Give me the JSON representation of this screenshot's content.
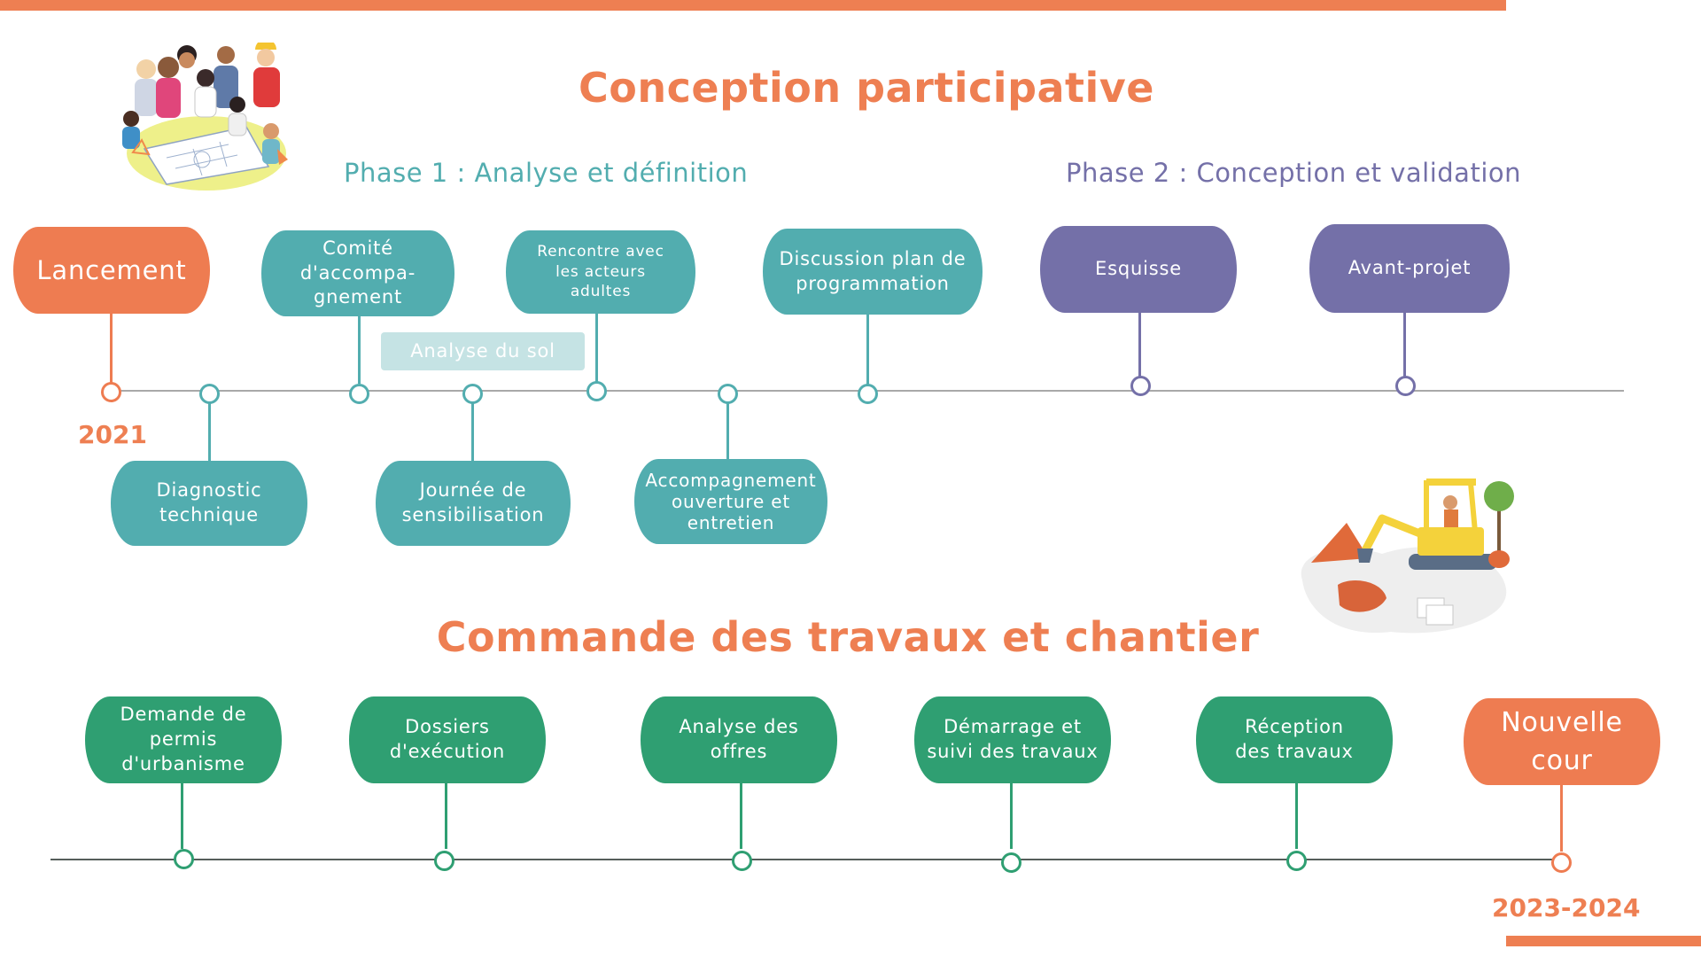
{
  "titles": {
    "top": "Conception participative",
    "bottom": "Commande des travaux et chantier"
  },
  "phases": {
    "phase1": "Phase 1 : Analyse et définition",
    "phase2": "Phase 2 : Conception et validation"
  },
  "years": {
    "start": "2021",
    "end": "2023-2024"
  },
  "timeline1": {
    "lancement": "Lancement",
    "comite": "Comité d'accompa-gnement",
    "rencontre": "Rencontre avec les acteurs adultes",
    "discussion": "Discussion plan de programmation",
    "esquisse": "Esquisse",
    "avant_projet": "Avant-projet",
    "analyse_sol": "Analyse du sol",
    "diagnostic": "Diagnostic technique",
    "journee": "Journée de sensibilisation",
    "accompagnement": "Accompagnement ouverture et entretien"
  },
  "timeline2": {
    "permis": "Demande de permis d'urbanisme",
    "dossiers": "Dossiers d'exécution",
    "offres": "Analyse des offres",
    "demarrage": "Démarrage et suivi des travaux",
    "reception": "Réception des travaux",
    "nouvelle_cour": "Nouvelle cour"
  },
  "colors": {
    "accent": "#ee7f52",
    "phase1": "#52adaf",
    "phase2": "#7470a8",
    "chantier": "#2f9f72"
  },
  "illustrations": {
    "group": "people-group-illustration",
    "excavator": "excavator-illustration"
  }
}
